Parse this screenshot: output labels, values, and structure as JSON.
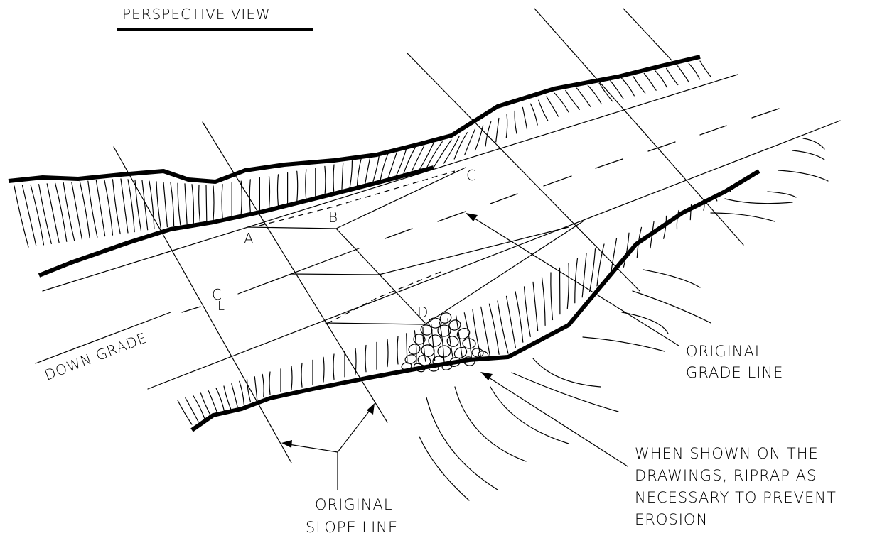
{
  "title": "PERSPECTIVE VIEW",
  "points": {
    "a": "A",
    "b": "B",
    "c": "C",
    "d": "D"
  },
  "centerline": {
    "c": "C",
    "l": "L"
  },
  "down_grade": "DOWN GRADE",
  "original_grade_line": [
    "ORIGINAL",
    "GRADE LINE"
  ],
  "original_slope_line": [
    "ORIGINAL",
    "SLOPE LINE"
  ],
  "riprap_note": [
    "WHEN SHOWN ON THE",
    "DRAWINGS, RIPRAP AS",
    "NECESSARY TO PREVENT",
    "EROSION"
  ]
}
